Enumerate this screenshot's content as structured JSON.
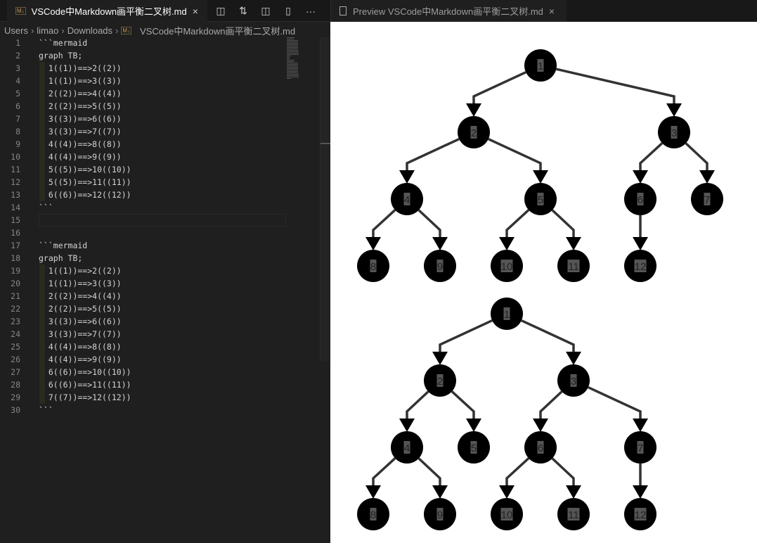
{
  "editor": {
    "tab_title": "VSCode中Markdown画平衡二叉树.md",
    "tab_icon": "M↓",
    "close": "×",
    "actions": [
      "◫",
      "⇅",
      "◫",
      "▯",
      "···"
    ],
    "breadcrumb": [
      "Users",
      "limao",
      "Downloads",
      "VSCode中Markdown画平衡二叉树.md"
    ],
    "lines": [
      "```mermaid",
      "graph TB;",
      "  1((1))==>2((2))",
      "  1((1))==>3((3))",
      "  2((2))==>4((4))",
      "  2((2))==>5((5))",
      "  3((3))==>6((6))",
      "  3((3))==>7((7))",
      "  4((4))==>8((8))",
      "  4((4))==>9((9))",
      "  5((5))==>10((10))",
      "  5((5))==>11((11))",
      "  6((6))==>12((12))",
      "```",
      "",
      "",
      "```mermaid",
      "graph TB;",
      "  1((1))==>2((2))",
      "  1((1))==>3((3))",
      "  2((2))==>4((4))",
      "  2((2))==>5((5))",
      "  3((3))==>6((6))",
      "  3((3))==>7((7))",
      "  4((4))==>8((8))",
      "  4((4))==>9((9))",
      "  6((6))==>10((10))",
      "  6((6))==>11((11))",
      "  7((7))==>12((12))",
      "```"
    ]
  },
  "preview": {
    "tab_title": "Preview VSCode中Markdown画平衡二叉树.md",
    "close": "×",
    "diagrams": [
      {
        "edges": [
          [
            1,
            2
          ],
          [
            1,
            3
          ],
          [
            2,
            4
          ],
          [
            2,
            5
          ],
          [
            3,
            6
          ],
          [
            3,
            7
          ],
          [
            4,
            8
          ],
          [
            4,
            9
          ],
          [
            5,
            10
          ],
          [
            5,
            11
          ],
          [
            6,
            12
          ]
        ]
      },
      {
        "edges": [
          [
            1,
            2
          ],
          [
            1,
            3
          ],
          [
            2,
            4
          ],
          [
            2,
            5
          ],
          [
            3,
            6
          ],
          [
            3,
            7
          ],
          [
            4,
            8
          ],
          [
            4,
            9
          ],
          [
            6,
            10
          ],
          [
            6,
            11
          ],
          [
            7,
            12
          ]
        ]
      }
    ]
  }
}
